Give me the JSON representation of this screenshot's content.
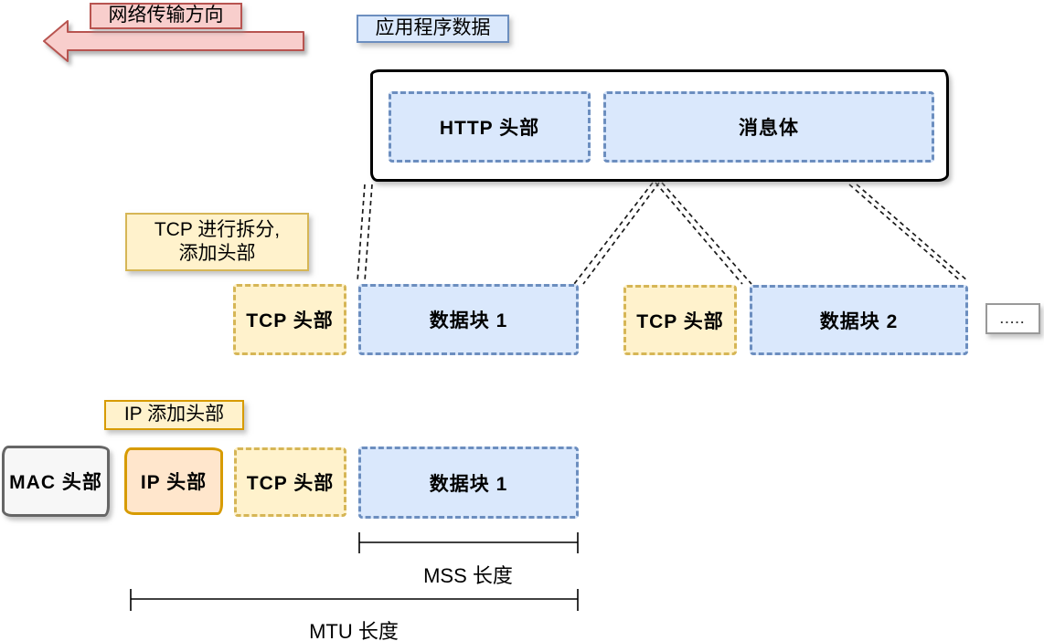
{
  "diagram": {
    "direction_label": "网络传输方向",
    "app_data_label": "应用程序数据",
    "application_box": {
      "http_header": "HTTP 头部",
      "message_body": "消息体"
    },
    "tcp_note": {
      "line1": "TCP 进行拆分,",
      "line2": "添加头部"
    },
    "tcp_row": {
      "tcp_header_1": "TCP 头部",
      "chunk_1": "数据块 1",
      "tcp_header_2": "TCP 头部",
      "chunk_2": "数据块 2",
      "ellipsis": "....."
    },
    "ip_note": "IP 添加头部",
    "frame_row": {
      "mac_header": "MAC 头部",
      "ip_header": "IP 头部",
      "tcp_header": "TCP 头部",
      "chunk_1": "数据块 1"
    },
    "measurements": {
      "mss": "MSS 长度",
      "mtu": "MTU 长度"
    }
  },
  "colors": {
    "arrow_fill": "#f8cecc",
    "arrow_border": "#b85450",
    "blue_fill": "#dae8fc",
    "blue_border": "#6c8ebf",
    "yellow_fill": "#fff2cc",
    "yellow_border": "#d6b656",
    "orange_fill": "#ffe6cc",
    "orange_border": "#d79b00",
    "gray_fill": "#f7f7f7",
    "gray_border": "#666666",
    "outline": "#000000"
  }
}
